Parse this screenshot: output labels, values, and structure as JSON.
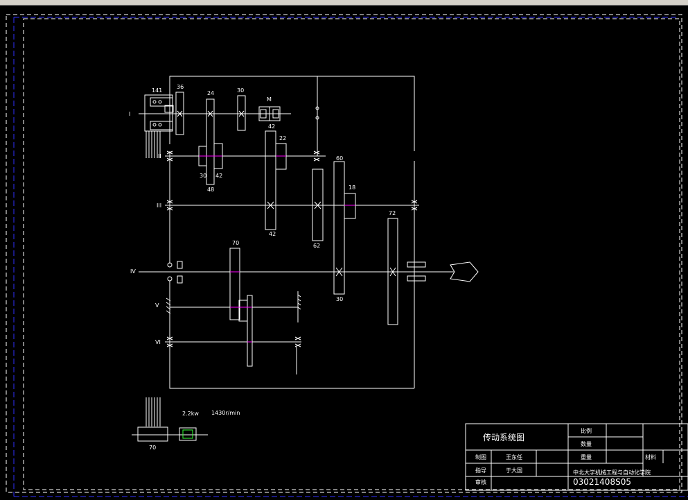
{
  "window": {
    "chrome_color": "#d4d0c8",
    "background": "#000000",
    "border_color": "#0000ff"
  },
  "shafts": {
    "I": "I",
    "II": "II",
    "III": "III",
    "IV": "IV",
    "V": "V",
    "VI": "VI"
  },
  "gears": {
    "g141": "141",
    "g36": "36",
    "g24": "24",
    "g30a": "30",
    "gM": "M",
    "g42a": "42",
    "g22": "22",
    "g30b": "30",
    "g42b": "42",
    "g48": "48",
    "g60": "60",
    "g18": "18",
    "g42c": "42",
    "g62": "62",
    "g72": "72",
    "g70": "70",
    "g30c": "30",
    "g70b": "70"
  },
  "motor": {
    "power": "2.2kw",
    "speed": "1430r/min"
  },
  "title_block": {
    "drawing_title": "传动系统图",
    "scale_label": "比例",
    "quantity_label": "数量",
    "weight_label": "重量",
    "material_label": "材料",
    "designer_label": "制图",
    "designer_name": "王东任",
    "supervisor_label": "指导",
    "supervisor_name": "于大国",
    "reviewer_label": "审核",
    "school": "中北大学机械工程与自动化学院",
    "drawing_number": "03021408S05"
  }
}
